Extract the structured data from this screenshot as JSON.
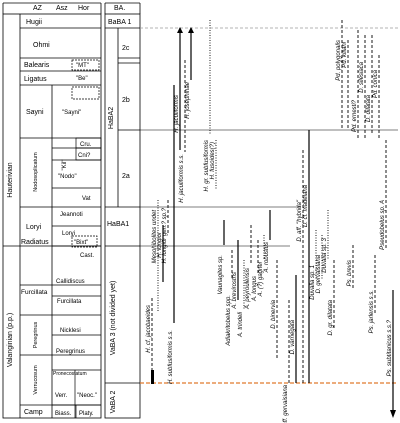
{
  "headers": {
    "stage": "",
    "az": "AZ",
    "asz": "Asz",
    "hor": "Hor",
    "ba": "BA."
  },
  "stages": {
    "hauterivian": "Hauterivian",
    "valanginian": "Valanginian (p.p.)"
  },
  "zones": {
    "hugii": "Hugii",
    "ohmi": "Ohmi",
    "balearis": "Balearis",
    "ligatus": "Ligatus",
    "sayni": "Sayni",
    "nodosoplicatum": "Nodosoplicatum",
    "loryi": "Loryi",
    "radiatus": "Radiatus",
    "furcillata": "Furcillata",
    "peregrinus": "Peregrinus",
    "verrucosum": "Verrucosum",
    "camp": "Camp"
  },
  "subzones": {
    "sayni_h": "\"Sayni\"",
    "jeannoti": "Jeannoti",
    "loryi": "Loryi",
    "castellanensis": "Cast.",
    "callidiscus": "Callidiscus",
    "furcillata": "Furcillata",
    "nicklesi": "Nicklesi",
    "peregrinus": "Peregrinus",
    "pronecostatum": "Pronecostatum",
    "verr": "Verr.",
    "neoc": "\"Neoc.\"",
    "biass": "Biass.",
    "platy": "Platy.",
    "mt": "\"MT\"",
    "be": "\"Be\"",
    "kil": "\"Kil\"",
    "cru": "Cru.",
    "cni": "Cni?",
    "nodo": "\"Nodo\"",
    "vat": "Vat",
    "bixt": "\"Bixt\""
  },
  "ba_units": {
    "baba1": "BaBA 1",
    "haba2": "HaBA2",
    "haba1": "HaBA1",
    "vaba3": "VaBA 3 (not divided yet)",
    "vaba2": "VaBA 2",
    "sub_2c": "2c",
    "sub_2b": "2b",
    "sub_2a": "2a"
  },
  "taxa": [
    "H. cf. jacobaeides",
    "Mesohibolites undet",
    "H. longior",
    "H. longior gen.? sp.?",
    "H. subfusiformis s.s.",
    "H. jaculiformis",
    "H. jaculiformis s.s.",
    "H. josephinae",
    "H. gr. subfusiformis",
    "H. fusoides(?)",
    "Vaunagites sp.",
    "Adiakritobelus spp.",
    "A. brevirostris",
    "A. trindeli",
    "A. peyroulensis",
    "A. longus",
    "A. (?) gagnei",
    "A. robustus",
    "D. binervia",
    "D. aff. gervaisiana",
    "D. varnegata",
    "D. aff. \"hybrida\"",
    "D. cf. madeiana",
    "Duvalia sp. 1",
    "D. gervaisiana",
    "Duvalia sp. 3",
    "D. gr. dilatata",
    "Pd. polygonalis",
    "Pd. kiliani",
    "Pd. ernesti?",
    "D. silesiaca",
    "D. dilatata",
    "Pd. conica",
    "Pseudobelus sp. A",
    "Ps. brevis",
    "Ps. jarlensis s.s.",
    "Ps. subtitanicus s.s.?"
  ]
}
